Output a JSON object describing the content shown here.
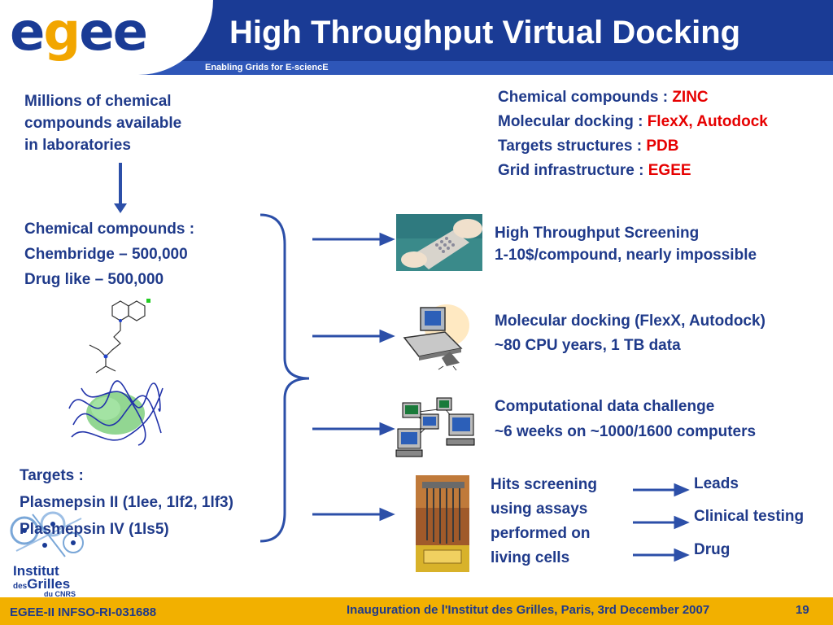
{
  "header": {
    "logo_text_1": "e",
    "logo_text_g": "g",
    "logo_text_2": "ee",
    "tagline": "Enabling Grids for E-sciencE",
    "title": "High Throughput Virtual Docking"
  },
  "left": {
    "millions": [
      "Millions of chemical",
      "compounds available",
      "in laboratories"
    ],
    "compounds": [
      "Chemical compounds :",
      "Chembridge – 500,000",
      "Drug like – 500,000"
    ],
    "targets": [
      "Targets :",
      "Plasmepsin II (1lee, 1lf2, 1lf3)",
      "Plasmepsin IV (1ls5)"
    ]
  },
  "resources": [
    {
      "label": "Chemical compounds : ",
      "value": "ZINC"
    },
    {
      "label": "Molecular docking : ",
      "value": "FlexX, Autodock"
    },
    {
      "label": "Targets structures : ",
      "value": "PDB"
    },
    {
      "label": "Grid infrastructure : ",
      "value": "EGEE"
    }
  ],
  "approaches": {
    "hts": [
      "High Throughput Screening",
      "1-10$/compound, nearly impossible"
    ],
    "docking": [
      "Molecular docking (FlexX, Autodock)",
      "~80 CPU years, 1 TB data"
    ],
    "challenge": [
      "Computational data challenge",
      "~6 weeks on ~1000/1600 computers"
    ],
    "hits": [
      "Hits screening",
      "using assays",
      "performed on",
      "living cells"
    ]
  },
  "outcomes": [
    "Leads",
    "Clinical testing",
    "Drug"
  ],
  "institut_logo": {
    "line1": "Institut",
    "line2_small": "des",
    "line2": "Grilles",
    "line3": "du CNRS"
  },
  "footer": {
    "left": "EGEE-II INFSO-RI-031688",
    "center": "Inauguration de l'Institut des Grilles, Paris, 3rd December 2007",
    "page": "19"
  },
  "colors": {
    "primary_blue": "#1a3b95",
    "text_blue": "#1f3a8a",
    "accent_red": "#e60000",
    "footer_gold": "#f2b000"
  }
}
